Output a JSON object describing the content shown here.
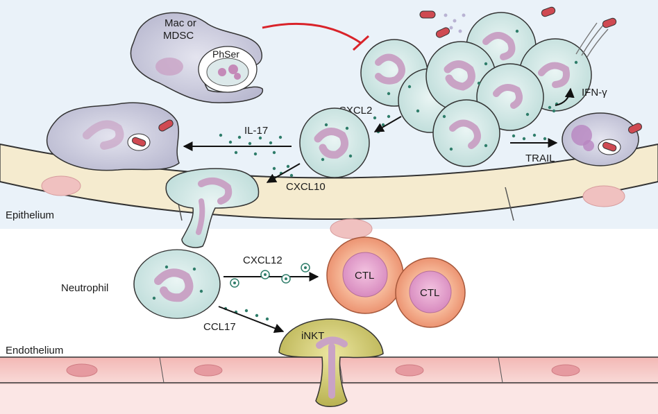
{
  "labels": {
    "mac_or_mdsc_line1": "Mac or",
    "mac_or_mdsc_line2": "MDSC",
    "phser": "PhSer",
    "cxcl2": "CXCL2",
    "ifn_gamma": "IFN-γ",
    "il17": "IL-17",
    "trail": "TRAIL",
    "cxcl10": "CXCL10",
    "epithelium": "Epithelium",
    "cxcl12": "CXCL12",
    "neutrophil": "Neutrophil",
    "ctl_1": "CTL",
    "ctl_2": "CTL",
    "ccl17": "CCL17",
    "inkt": "iNKT",
    "endothelium": "Endothelium"
  },
  "colors": {
    "lumen": "#e8f1f8",
    "epithelium": "#f6ecd2",
    "epithelium_nucleus": "#f0bfc0",
    "endothelium": "#f6c9c6",
    "endothelium_nucleus": "#e8a0a4",
    "neutrophil_cytoplasm": "#cfe7e5",
    "neutrophil_nucleus": "#c9a3c5",
    "granule": "#2f7d6a",
    "macrophage": "#c9c9dc",
    "ctl_outer": "#f1a886",
    "ctl_inner": "#e7a2cb",
    "inkt": "#c9c46a",
    "bacteria": "#cf4a52",
    "inhibition_arrow": "#d9232a"
  }
}
